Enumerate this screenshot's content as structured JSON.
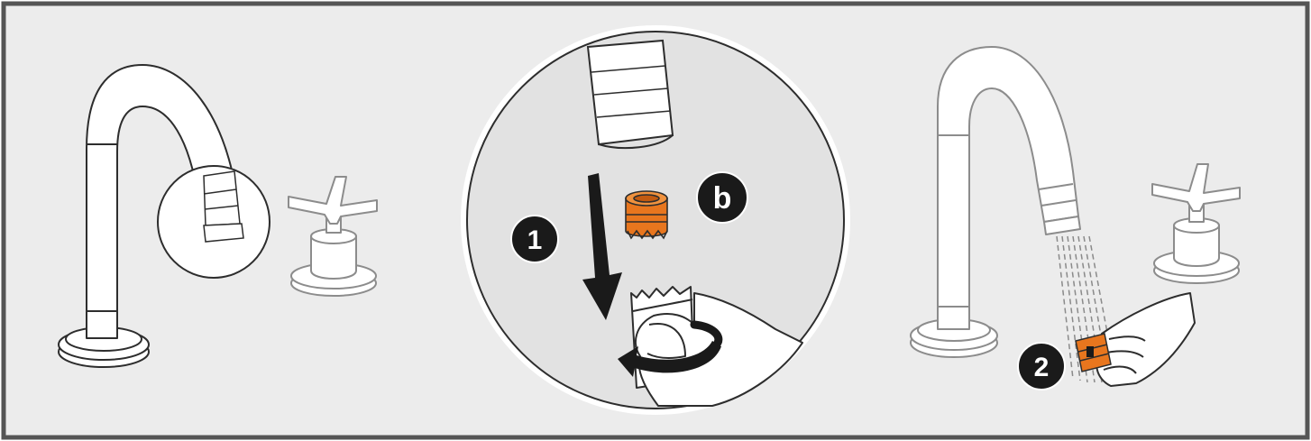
{
  "frame": {
    "background": "#ececec",
    "border": "#555555"
  },
  "colors": {
    "outline": "#2d2d2d",
    "fill": "#ffffff",
    "accent": "#e8761e",
    "accent_dark": "#c25a10",
    "zoom_bg": "#e2e2e2",
    "badge": "#1a1a1a",
    "spray": "#8a8a8a"
  },
  "steps": {
    "one": "1",
    "b": "b",
    "two": "2"
  },
  "icons": [
    "faucet-icon",
    "cross-handle-icon",
    "aerator-icon",
    "aerator-key-icon",
    "hand-icon",
    "arrow-down-icon",
    "rotate-arrow-icon",
    "water-spray-icon"
  ]
}
